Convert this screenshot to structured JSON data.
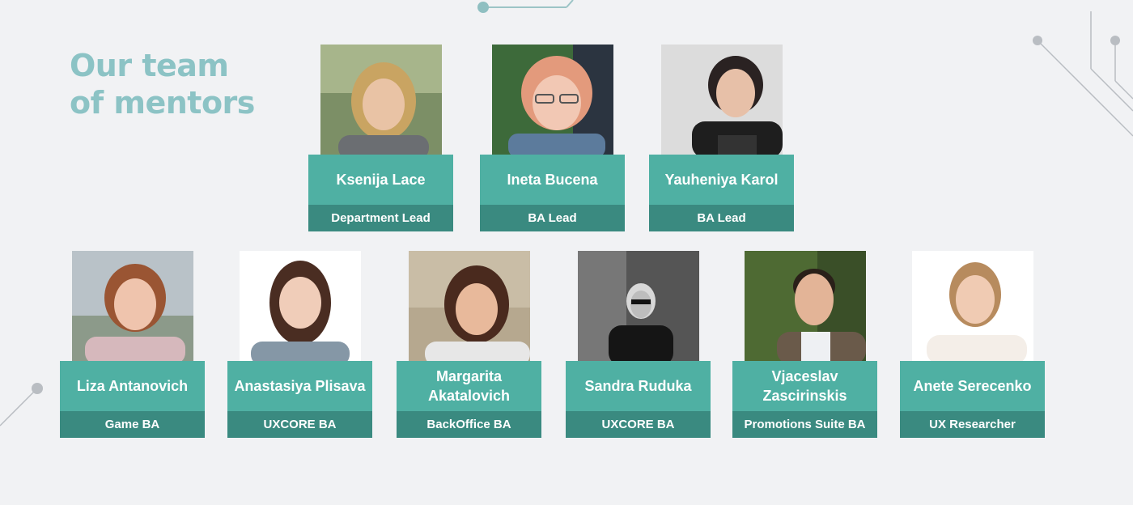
{
  "title": {
    "line1": "Our team",
    "line2": "of mentors"
  },
  "leads": [
    {
      "name": "Ksenija Lace",
      "role": "Department Lead"
    },
    {
      "name": "Ineta Bucena",
      "role": "BA Lead"
    },
    {
      "name": "Yauheniya Karol",
      "role": "BA Lead"
    }
  ],
  "mentors": [
    {
      "name": "Liza Antanovich",
      "role": "Game BA"
    },
    {
      "name": "Anastasiya Plisava",
      "role": "UXCORE BA"
    },
    {
      "name": "Margarita Akatalovich",
      "role": "BackOffice BA"
    },
    {
      "name": "Sandra Ruduka",
      "role": "UXCORE BA"
    },
    {
      "name": "Vjaceslav Zascirinskis",
      "role": "Promotions Suite BA"
    },
    {
      "name": "Anete Serecenko",
      "role": "UX Researcher"
    }
  ],
  "colors": {
    "title": "#8cc3c5",
    "name_box": "#4fb0a3",
    "role_box": "#3a8a80",
    "background": "#f1f2f4"
  }
}
